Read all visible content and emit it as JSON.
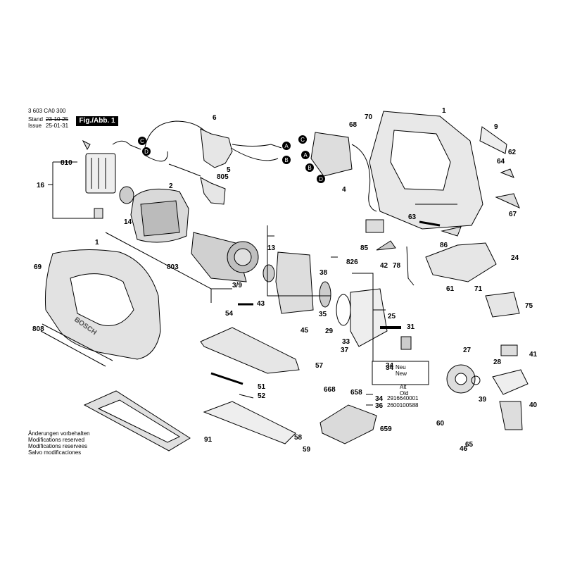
{
  "header": {
    "doc_number": "3 603 CA0 300",
    "stand_label": "Stand",
    "issue_label": "Issue",
    "stand_date": "23-10-25",
    "issue_date": "25-01-31",
    "figure_label": "Fig./Abb. 1"
  },
  "footer": [
    "Änderungen vorbehalten",
    "Modifications reserved",
    "Modifications reservees",
    "Salvo modificaciones"
  ],
  "brand": "BOSCH",
  "connectors": [
    "A",
    "B",
    "C",
    "D"
  ],
  "table": {
    "new_label": "Neu",
    "new_label_en": "New",
    "old_label": "Alt",
    "old_label_en": "Old",
    "rows": [
      {
        "num": "34",
        "part": "2916640001"
      },
      {
        "num": "36",
        "part": "2600100588"
      }
    ]
  },
  "part_numbers": [
    "1",
    "2",
    "3/9",
    "4",
    "5",
    "6",
    "9",
    "13",
    "14",
    "16",
    "24",
    "25",
    "27",
    "28",
    "29",
    "31",
    "33",
    "34",
    "35",
    "37",
    "38",
    "39",
    "40",
    "41",
    "42",
    "43",
    "45",
    "46",
    "51",
    "52",
    "54",
    "57",
    "58",
    "59",
    "60",
    "61",
    "62",
    "63",
    "64",
    "65",
    "67",
    "68",
    "69",
    "70",
    "71",
    "75",
    "78",
    "85",
    "86",
    "91",
    "658",
    "659",
    "668",
    "803",
    "805",
    "808",
    "810",
    "826"
  ]
}
